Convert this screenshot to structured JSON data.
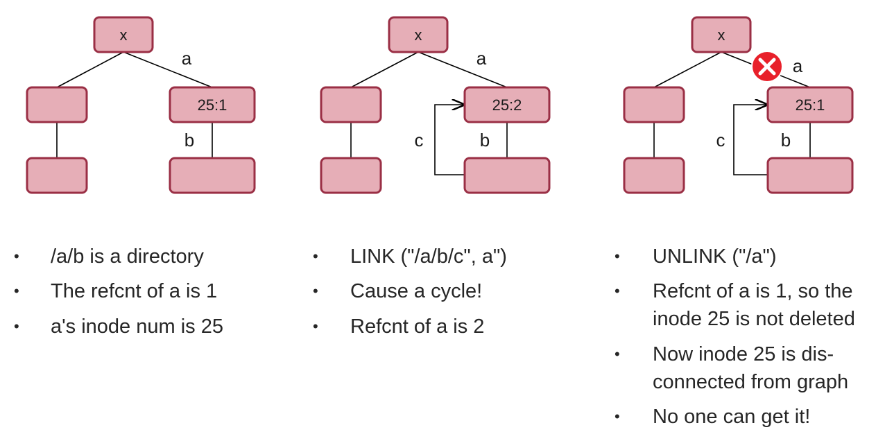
{
  "panels": [
    {
      "root_label": "x",
      "edge_a_label": "a",
      "a_label": "25:1",
      "edge_b_label": "b",
      "bullets": [
        "/a/b is a directory",
        "The refcnt of a is 1",
        "a's inode num is 25"
      ]
    },
    {
      "root_label": "x",
      "edge_a_label": "a",
      "a_label": "25:2",
      "edge_b_label": "b",
      "edge_c_label": "c",
      "bullets": [
        "LINK (\"/a/b/c\", a\")",
        "Cause a cycle!",
        "Refcnt of a is 2"
      ]
    },
    {
      "root_label": "x",
      "edge_a_label": "a",
      "a_label": "25:1",
      "edge_b_label": "b",
      "edge_c_label": "c",
      "removed_icon": "red-x-circle-icon",
      "bullets": [
        "UNLINK (\"/a\")",
        "Refcnt of a is 1, so the\ninode 25 is not deleted",
        "Now inode 25 is dis-\nconnected from graph",
        "No one can get it!"
      ]
    }
  ],
  "bullet_symbol": "•",
  "colors": {
    "node_fill": "#e6aeb7",
    "node_stroke": "#9a2f45",
    "remove_icon": "#e8202a"
  }
}
